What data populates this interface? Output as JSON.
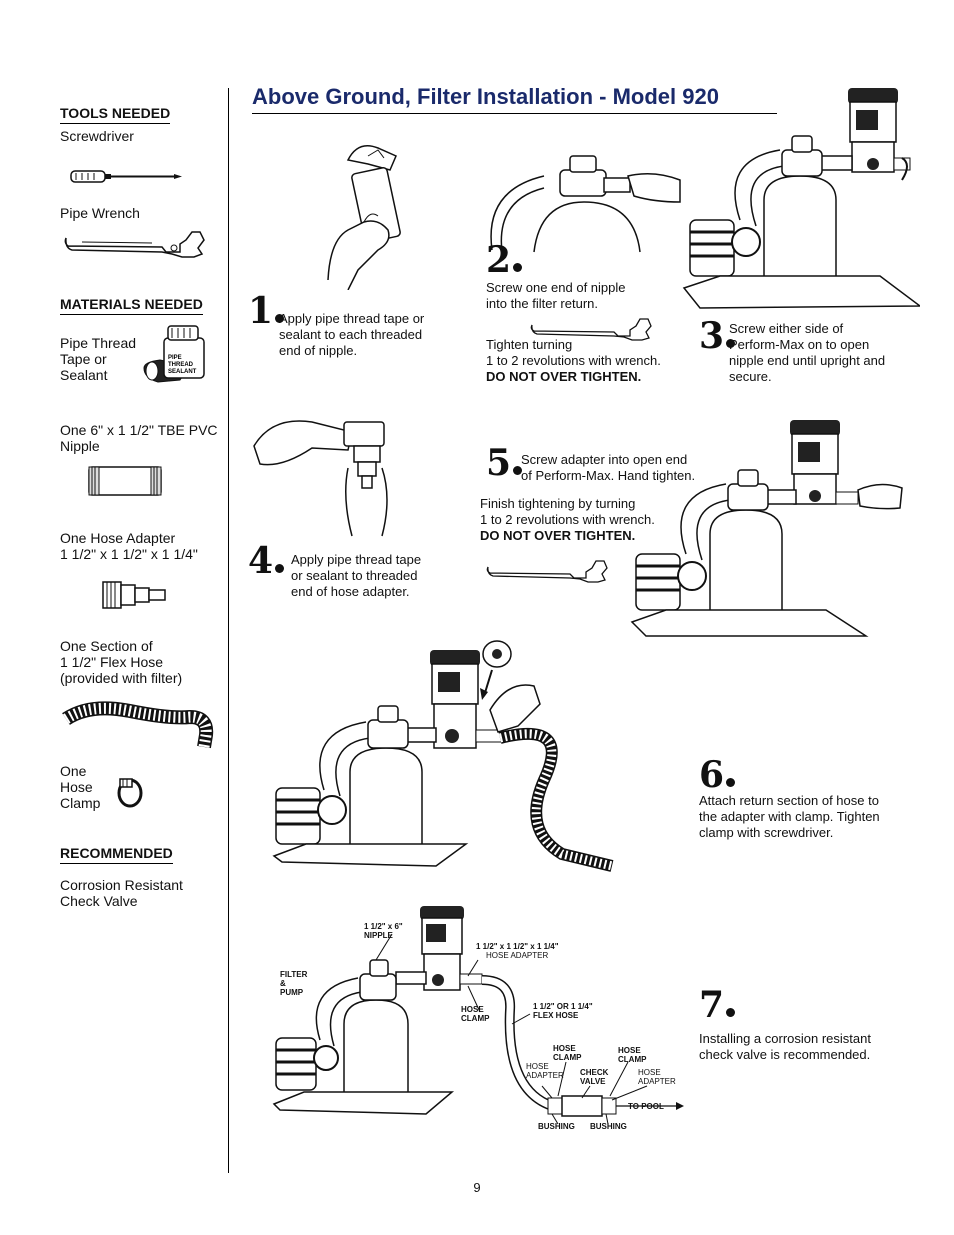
{
  "title": "Above Ground, Filter Installation - Model 920",
  "sidebar": {
    "tools_heading": "TOOLS NEEDED",
    "tool1": "Screwdriver",
    "tool2": "Pipe Wrench",
    "materials_heading": "MATERIALS NEEDED",
    "mat1_l1": "Pipe Thread",
    "mat1_l2": "Tape or",
    "mat1_l3": "Sealant",
    "sealant_label_l1": "PIPE",
    "sealant_label_l2": "THREAD",
    "sealant_label_l3": "SEALANT",
    "mat2_l1": "One 6\" x 1 1/2\"  TBE PVC",
    "mat2_l2": "Nipple",
    "mat3_l1": "One Hose Adapter",
    "mat3_l2": "1 1/2\" x 1 1/2\" x 1 1/4\"",
    "mat4_l1": "One Section of",
    "mat4_l2": "1 1/2\" Flex Hose",
    "mat4_l3": "(provided with filter)",
    "mat5_l1": "One",
    "mat5_l2": "Hose",
    "mat5_l3": "Clamp",
    "recommended_heading": "RECOMMENDED",
    "rec1_l1": "Corrosion Resistant",
    "rec1_l2": "Check Valve"
  },
  "steps": {
    "s1_num": "1",
    "s1_l1": "Apply pipe thread tape or",
    "s1_l2": "sealant to each threaded",
    "s1_l3": "end of nipple.",
    "s2_num": "2",
    "s2_l1": "Screw one end of nipple",
    "s2_l2": "into the filter return.",
    "s2_l3": "Tighten turning",
    "s2_l4": "1 to 2 revolutions with wrench.",
    "s2_l5": "DO NOT OVER TIGHTEN.",
    "s3_num": "3",
    "s3_l1": "Screw either side of",
    "s3_l2": "Perform-Max on to open",
    "s3_l3": "nipple end until upright and",
    "s3_l4": "secure.",
    "s4_num": "4",
    "s4_l1": "Apply pipe thread tape",
    "s4_l2": "or sealant to threaded",
    "s4_l3": "end of hose adapter.",
    "s5_num": "5",
    "s5_l1": "Screw adapter into open end",
    "s5_l2": "of Perform-Max. Hand tighten.",
    "s5_l3": "Finish tightening by turning",
    "s5_l4": "1 to 2 revolutions with wrench.",
    "s5_l5": "DO NOT OVER TIGHTEN.",
    "s6_num": "6",
    "s6_l1": "Attach return section of hose to",
    "s6_l2": "the adapter with clamp. Tighten",
    "s6_l3": "clamp with screwdriver.",
    "s7_num": "7",
    "s7_l1": "Installing a corrosion resistant",
    "s7_l2": "check valve is recommended."
  },
  "diagram": {
    "nipple_l1": "1 1/2\" x 6\"",
    "nipple_l2": "NIPPLE",
    "adapter_l1": "1 1/2\"  x  1 1/2\"  x 1 1/4\"",
    "adapter_l2": "HOSE  ADAPTER",
    "filter_l1": "FILTER",
    "filter_l2": "&",
    "filter_l3": "PUMP",
    "hoseclamp1_l1": "HOSE",
    "hoseclamp1_l2": "CLAMP",
    "flex_l1": "1 1/2\"  OR 1 1/4\"",
    "flex_l2": "FLEX HOSE",
    "hoseclamp2_l1": "HOSE",
    "hoseclamp2_l2": "CLAMP",
    "hoseclamp3_l1": "HOSE",
    "hoseclamp3_l2": "CLAMP",
    "hoseadapter1_l1": "HOSE",
    "hoseadapter1_l2": "ADAPTER",
    "checkvalve_l1": "CHECK",
    "checkvalve_l2": "VALVE",
    "hoseadapter2_l1": "HOSE",
    "hoseadapter2_l2": "ADAPTER",
    "topool": "TO POOL",
    "bushing1": "BUSHING",
    "bushing2": "BUSHING"
  },
  "page_number": "9"
}
